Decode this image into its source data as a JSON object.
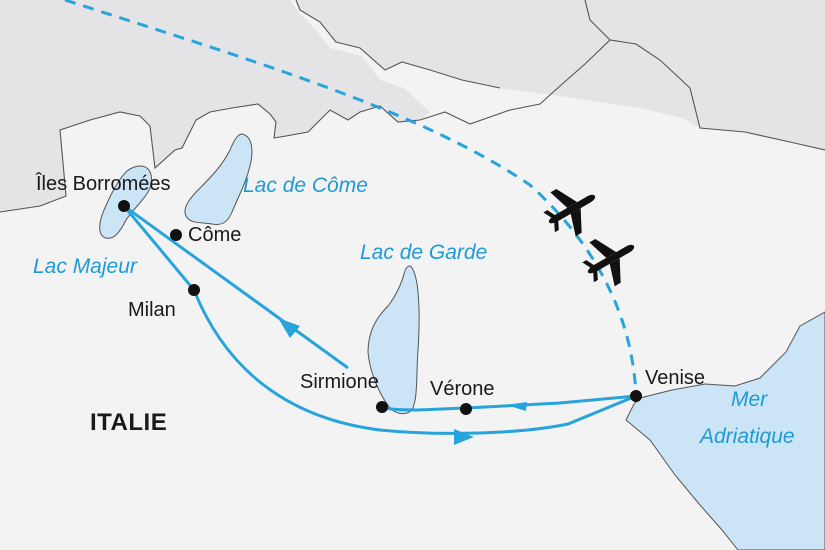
{
  "country": {
    "label": "ITALIE"
  },
  "water_labels": {
    "lac_majeur": "Lac Majeur",
    "lac_de_come": "Lac de Côme",
    "lac_de_garde": "Lac de Garde",
    "mer_line1": "Mer",
    "mer_line2": "Adriatique"
  },
  "cities": {
    "iles_borromees": "Îles Borromées",
    "come": "Côme",
    "milan": "Milan",
    "sirmione": "Sirmione",
    "verone": "Vérone",
    "venise": "Venise"
  },
  "icons": [
    "airplane-icon",
    "airplane-icon",
    "direction-arrow-icon"
  ],
  "colors": {
    "land": "#f3f3f4",
    "neighbor_land": "#e4e4e6",
    "border": "#555555",
    "water": "#cbe4f6",
    "route": "#27a4dc",
    "text": "#1a1a1a",
    "water_text": "#1e9ad6"
  }
}
